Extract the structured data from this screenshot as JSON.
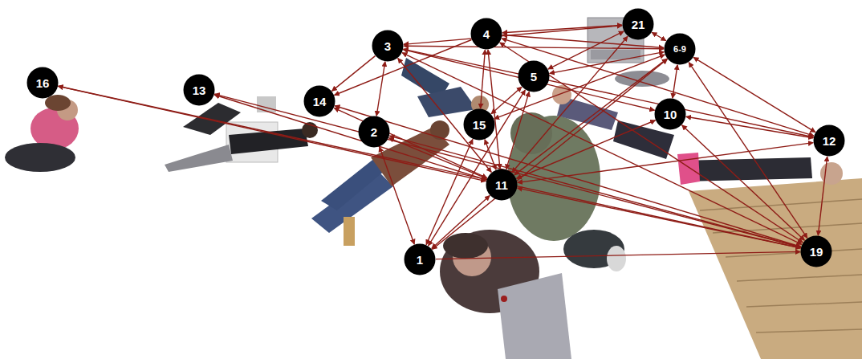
{
  "diagram": {
    "nodes": [
      {
        "text": [
          "21"
        ]
      },
      {
        "text": [
          "4"
        ]
      },
      {
        "text": [
          "3"
        ]
      },
      {
        "text": [
          "6-9"
        ]
      },
      {
        "text": [
          "5"
        ]
      },
      {
        "text": [
          "16"
        ]
      },
      {
        "text": [
          "13"
        ]
      },
      {
        "text": [
          "14"
        ]
      },
      {
        "text": [
          "10"
        ]
      },
      {
        "text": [
          "15"
        ]
      },
      {
        "text": [
          "2"
        ]
      },
      {
        "text": [
          "12"
        ]
      },
      {
        "text": [
          "11"
        ]
      },
      {
        "text": [
          "19"
        ]
      },
      {
        "text": [
          "1"
        ]
      }
    ],
    "edges": [
      {
        "from": 5,
        "to": 12,
        "arrow": "both"
      },
      {
        "from": 5,
        "to": 13,
        "arrow": "both"
      },
      {
        "from": 6,
        "to": 12,
        "arrow": "both"
      },
      {
        "from": 6,
        "to": 13,
        "arrow": "both"
      },
      {
        "from": 7,
        "to": 12,
        "arrow": "both"
      },
      {
        "from": 2,
        "to": 7,
        "arrow": "to"
      },
      {
        "from": 7,
        "to": 13,
        "arrow": "both"
      },
      {
        "from": 2,
        "to": 0,
        "arrow": "both"
      },
      {
        "from": 2,
        "to": 3,
        "arrow": "both"
      },
      {
        "from": 2,
        "to": 12,
        "arrow": "both"
      },
      {
        "from": 2,
        "to": 11,
        "arrow": "both"
      },
      {
        "from": 2,
        "to": 13,
        "arrow": "both"
      },
      {
        "from": 2,
        "to": 10,
        "arrow": "both"
      },
      {
        "from": 2,
        "to": 8,
        "arrow": "both"
      },
      {
        "from": 1,
        "to": 0,
        "arrow": "both"
      },
      {
        "from": 1,
        "to": 3,
        "arrow": "both"
      },
      {
        "from": 1,
        "to": 12,
        "arrow": "both"
      },
      {
        "from": 1,
        "to": 7,
        "arrow": "to"
      },
      {
        "from": 1,
        "to": 9,
        "arrow": "both"
      },
      {
        "from": 1,
        "to": 13,
        "arrow": "both"
      },
      {
        "from": 1,
        "to": 11,
        "arrow": "both"
      },
      {
        "from": 0,
        "to": 3,
        "arrow": "both"
      },
      {
        "from": 0,
        "to": 4,
        "arrow": "both"
      },
      {
        "from": 0,
        "to": 12,
        "arrow": "both"
      },
      {
        "from": 3,
        "to": 12,
        "arrow": "both"
      },
      {
        "from": 3,
        "to": 9,
        "arrow": "both"
      },
      {
        "from": 3,
        "to": 14,
        "arrow": "both"
      },
      {
        "from": 3,
        "to": 13,
        "arrow": "both"
      },
      {
        "from": 3,
        "to": 11,
        "arrow": "both"
      },
      {
        "from": 3,
        "to": 8,
        "arrow": "both"
      },
      {
        "from": 3,
        "to": 4,
        "arrow": "both"
      },
      {
        "from": 4,
        "to": 12,
        "arrow": "both"
      },
      {
        "from": 4,
        "to": 14,
        "arrow": "both"
      },
      {
        "from": 4,
        "to": 9,
        "arrow": "both"
      },
      {
        "from": 10,
        "to": 12,
        "arrow": "both"
      },
      {
        "from": 10,
        "to": 14,
        "arrow": "both"
      },
      {
        "from": 10,
        "to": 13,
        "arrow": "both"
      },
      {
        "from": 9,
        "to": 12,
        "arrow": "both"
      },
      {
        "from": 9,
        "to": 14,
        "arrow": "both"
      },
      {
        "from": 8,
        "to": 11,
        "arrow": "both"
      },
      {
        "from": 8,
        "to": 13,
        "arrow": "both"
      },
      {
        "from": 8,
        "to": 12,
        "arrow": "both"
      },
      {
        "from": 11,
        "to": 13,
        "arrow": "both"
      },
      {
        "from": 11,
        "to": 12,
        "arrow": "both"
      },
      {
        "from": 12,
        "to": 13,
        "arrow": "both"
      },
      {
        "from": 12,
        "to": 14,
        "arrow": "both"
      },
      {
        "from": 14,
        "to": 13,
        "arrow": "to"
      }
    ]
  }
}
